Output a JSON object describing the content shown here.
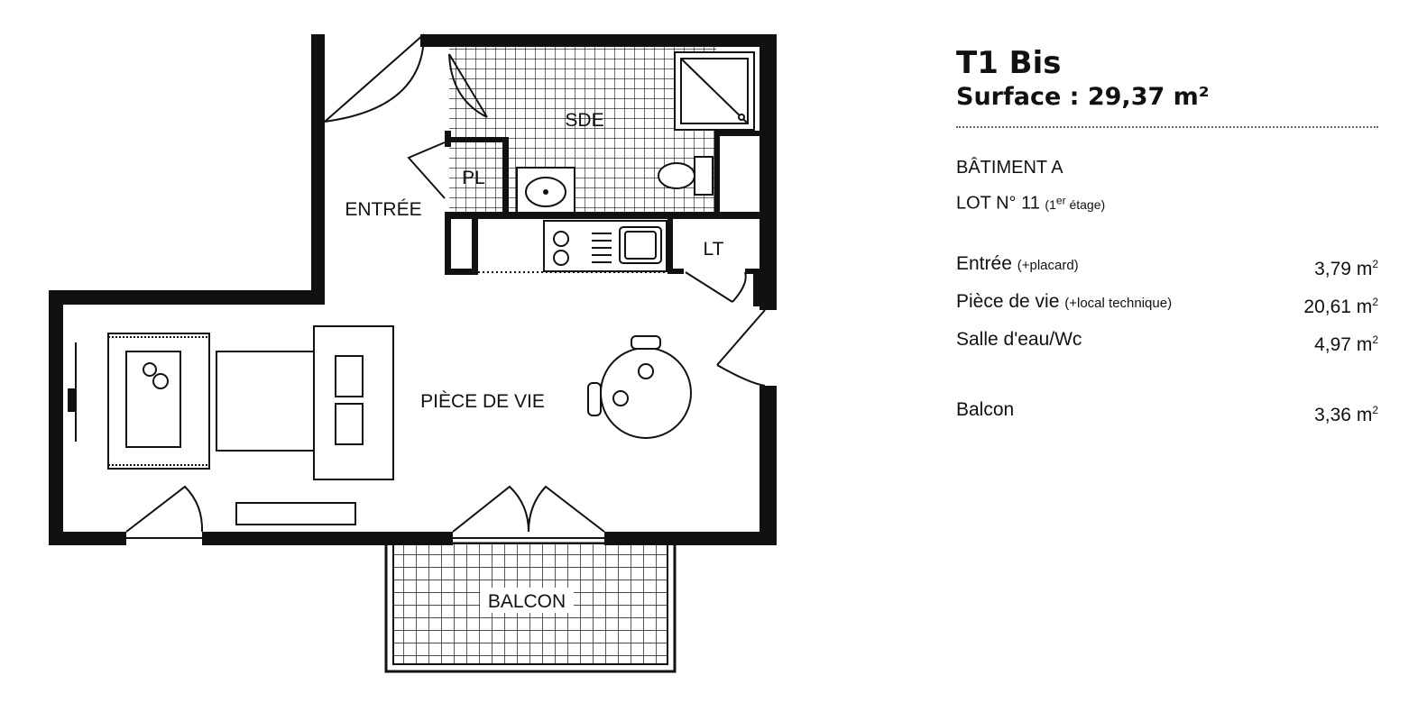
{
  "plan": {
    "rooms": {
      "sde": "SDE",
      "pl": "PL",
      "entree": "ENTRÉE",
      "lt": "LT",
      "piece_de_vie": "PIÈCE DE VIE",
      "balcon": "BALCON"
    }
  },
  "info": {
    "title": "T1 Bis",
    "surface": "Surface : 29,37 m²",
    "building": "BÂTIMENT A",
    "lot": "LOT N° 11",
    "floor_number": "1",
    "floor_suffix": "er",
    "floor_word": "étage",
    "areas": [
      {
        "name": "Entrée",
        "note": "(+placard)",
        "value": "3,79 m",
        "unit_exp": "2"
      },
      {
        "name": "Pièce de vie",
        "note": "(+local technique)",
        "value": "20,61 m",
        "unit_exp": "2"
      },
      {
        "name": "Salle d'eau/Wc",
        "note": "",
        "value": "4,97 m",
        "unit_exp": "2"
      },
      {
        "name": "Balcon",
        "note": "",
        "value": "3,36 m",
        "unit_exp": "2"
      }
    ]
  }
}
